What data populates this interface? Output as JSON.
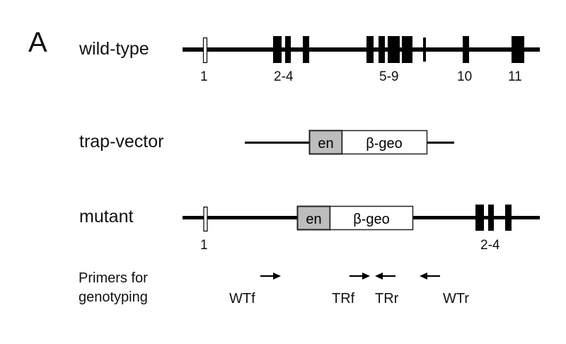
{
  "panel_label": "A",
  "colors": {
    "line": "#000000",
    "exon_fill": "#000000",
    "en_fill": "#bdbdbd",
    "geo_fill": "#ffffff"
  },
  "wild_type": {
    "label": "wild-type",
    "exon_labels": [
      "1",
      "2-4",
      "5-9",
      "10",
      "11"
    ]
  },
  "trap_vector": {
    "label": "trap-vector",
    "en_label": "en",
    "geo_label": "β-geo"
  },
  "mutant": {
    "label": "mutant",
    "en_label": "en",
    "geo_label": "β-geo",
    "exon_labels": [
      "1",
      "2-4"
    ]
  },
  "primers": {
    "label_line1": "Primers for",
    "label_line2": "genotyping",
    "items": [
      {
        "name": "WTf",
        "direction": "forward"
      },
      {
        "name": "TRf",
        "direction": "forward"
      },
      {
        "name": "TRr",
        "direction": "reverse"
      },
      {
        "name": "WTr",
        "direction": "reverse"
      }
    ]
  }
}
